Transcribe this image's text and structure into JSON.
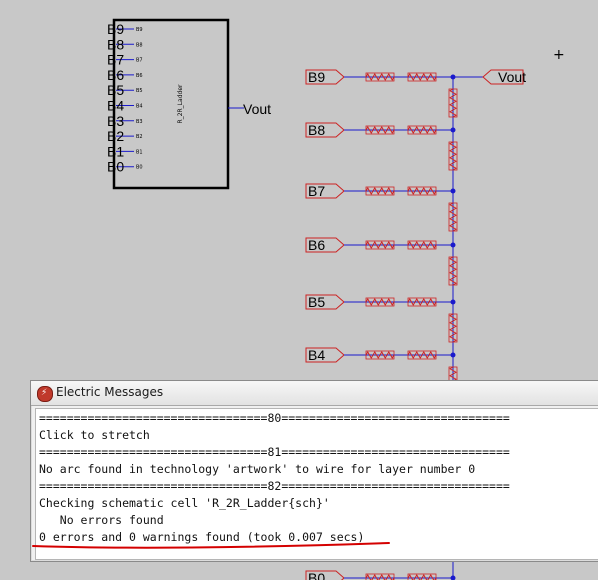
{
  "schematic": {
    "symbol": {
      "pins": [
        "B9",
        "B8",
        "B7",
        "B6",
        "B5",
        "B4",
        "B3",
        "B2",
        "B1",
        "B0"
      ],
      "cell_label": "R_2R_Ladder",
      "output_label": "Vout"
    },
    "ladder": {
      "inputs": [
        "B9",
        "B8",
        "B7",
        "B6",
        "B5",
        "B4",
        "B0"
      ],
      "output_label": "Vout"
    },
    "cursor_glyph": "+"
  },
  "messages_window": {
    "title": "Electric Messages",
    "icon": "electric-app-icon",
    "lines": [
      "=================================80=================================",
      "Click to stretch",
      "=================================81=================================",
      "No arc found in technology 'artwork' to wire for layer number 0",
      "=================================82=================================",
      "Checking schematic cell 'R_2R_Ladder{sch}'",
      "   No errors found",
      "0 errors and 0 warnings found (took 0.007 secs)"
    ]
  },
  "colors": {
    "background": "#c8c8c8",
    "wire": "#1a1acc",
    "export": "#cc2222",
    "annotation": "#d40000"
  }
}
